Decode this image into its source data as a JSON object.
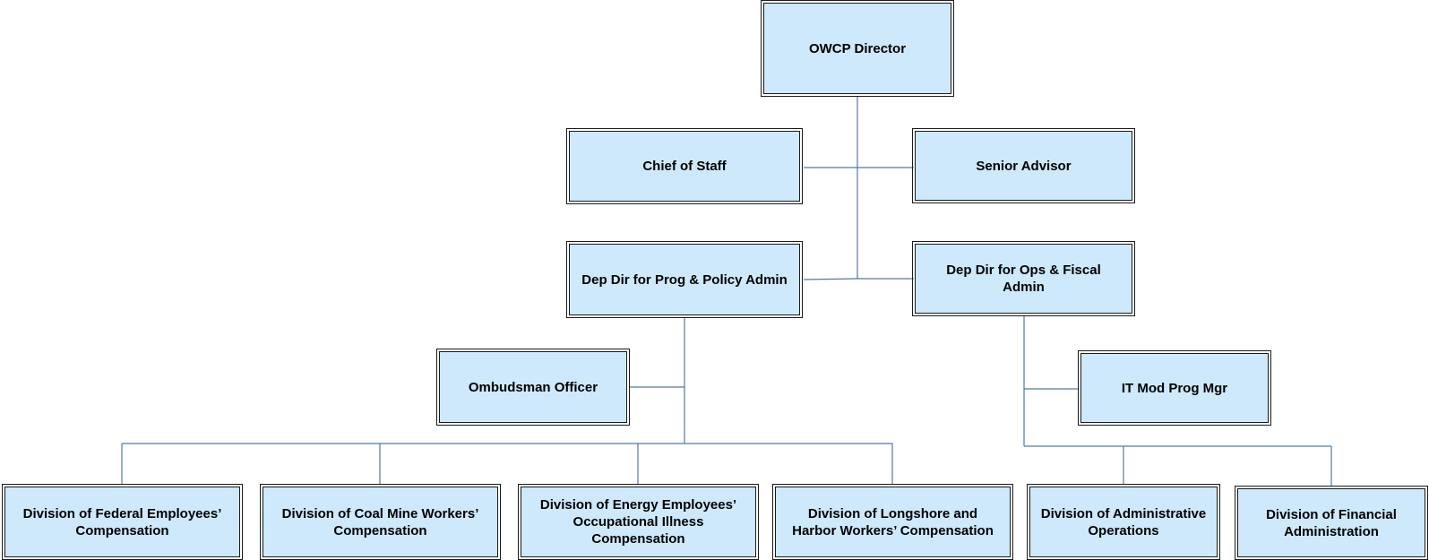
{
  "org_chart": {
    "director": "OWCP Director",
    "chief_of_staff": "Chief of Staff",
    "senior_advisor": "Senior Advisor",
    "dep_dir_prog_policy": "Dep Dir for Prog & Policy Admin",
    "dep_dir_ops_fiscal": "Dep Dir for Ops & Fiscal\nAdmin",
    "ombudsman": "Ombudsman Officer",
    "it_mod": "IT Mod Prog Mgr",
    "divisions": [
      "Division of Federal Employees’\nCompensation",
      "Division of Coal Mine Workers’\nCompensation",
      "Division of Energy Employees’\nOccupational Illness\nCompensation",
      "Division of Longshore and\nHarbor Workers’ Compensation",
      "Division of Administrative\nOperations",
      "Division of Financial\nAdministration"
    ]
  },
  "colors": {
    "box_fill": "#cde9fb",
    "box_border": "#1a1a1a",
    "connector": "#4f79a8"
  }
}
